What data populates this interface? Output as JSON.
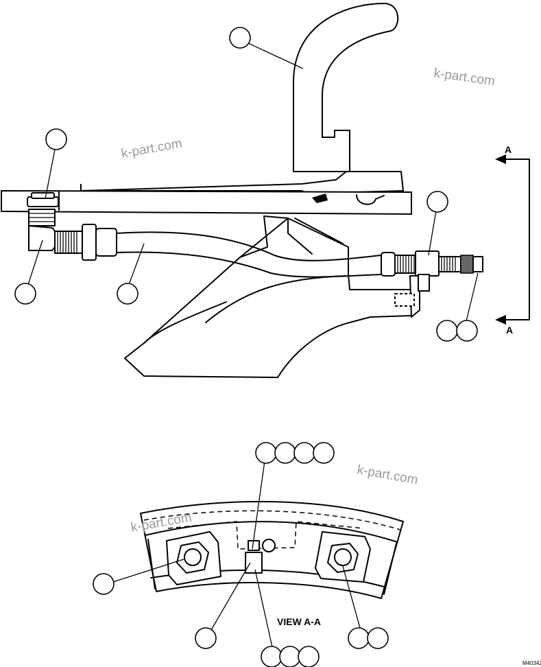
{
  "watermarks": [
    "k-part.com",
    "k-part.com",
    "k-part.com",
    "k-part.com"
  ],
  "section": {
    "arrow_label_top": "A",
    "arrow_label_bottom": "A"
  },
  "view_label": "VIEW A-A",
  "drawing_number": "M40342"
}
